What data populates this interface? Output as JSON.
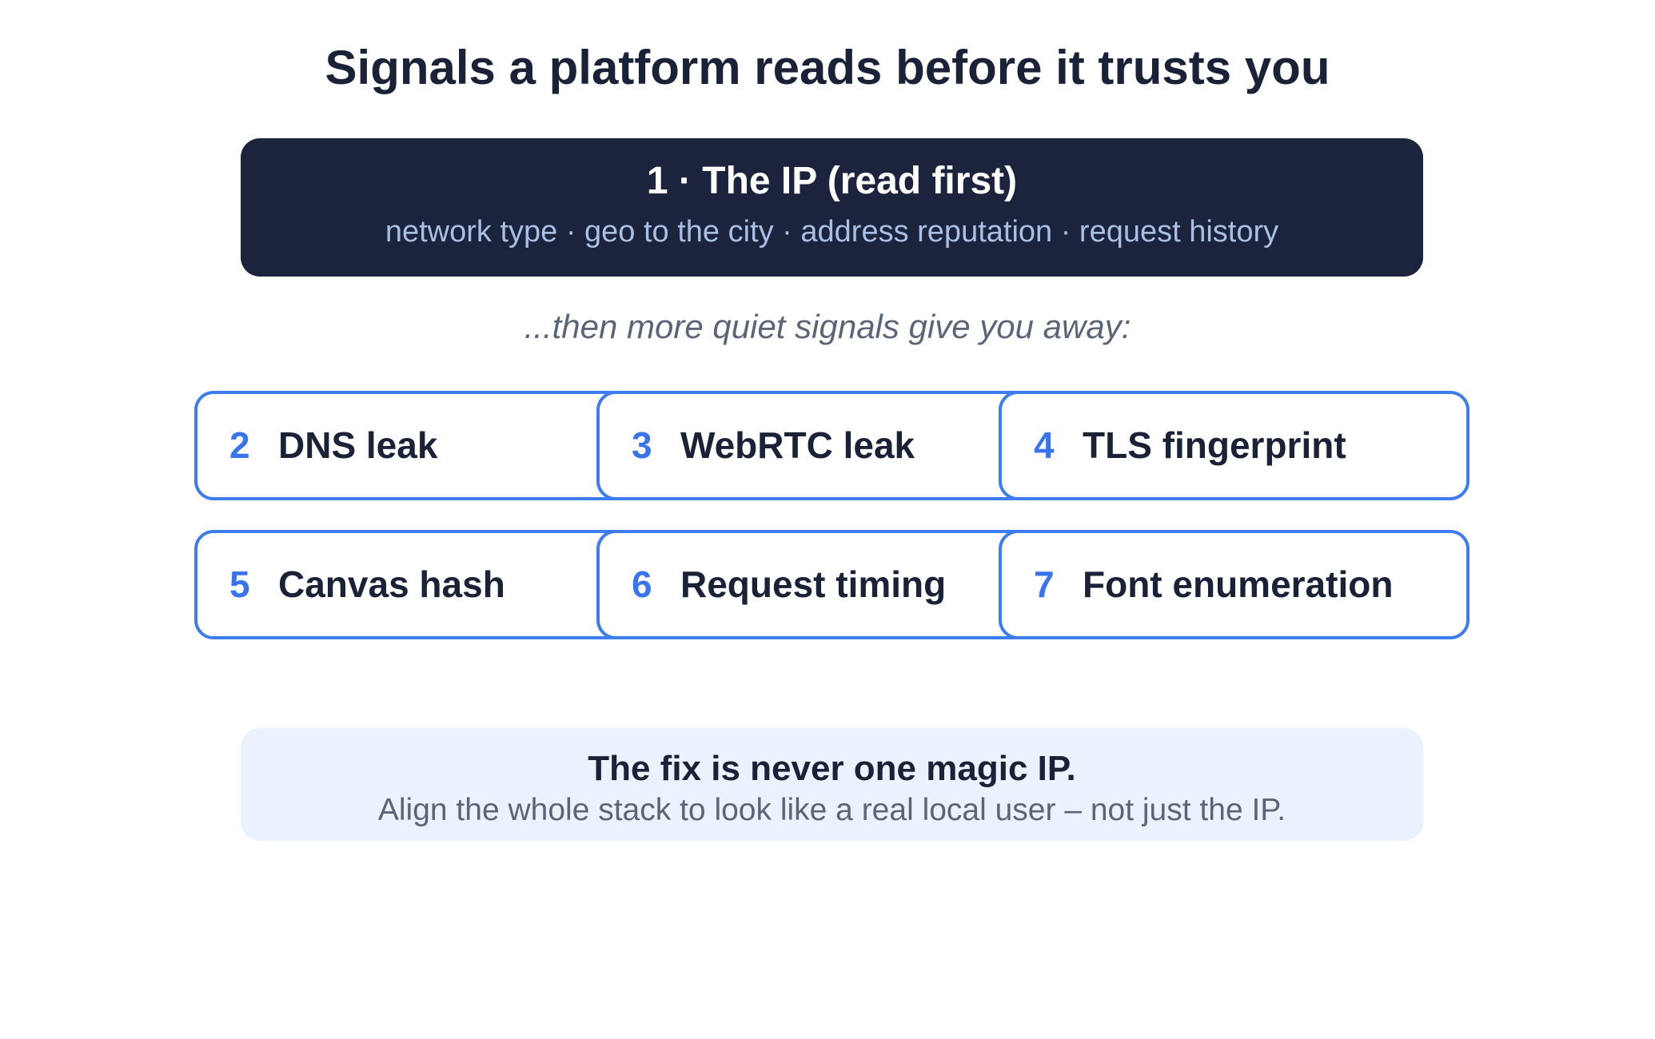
{
  "title": "Signals a platform reads before it trusts you",
  "hero": {
    "title": "1 · The IP (read first)",
    "subtitle": "network type · geo to the city · address reputation · request history"
  },
  "transition": "...then more quiet signals give you away:",
  "signals": [
    {
      "number": "2",
      "label": "DNS leak"
    },
    {
      "number": "3",
      "label": "WebRTC leak"
    },
    {
      "number": "4",
      "label": "TLS fingerprint"
    },
    {
      "number": "5",
      "label": "Canvas hash"
    },
    {
      "number": "6",
      "label": "Request timing"
    },
    {
      "number": "7",
      "label": "Font enumeration"
    }
  ],
  "footer": {
    "title": "The fix is never one magic IP.",
    "subtitle": "Align the whole stack to look like a real local user – not just the IP."
  },
  "colors": {
    "hero_background": "#1b243c",
    "accent": "#3e7ded",
    "footer_background": "#eaf2fd",
    "text_dark": "#1a2238"
  }
}
